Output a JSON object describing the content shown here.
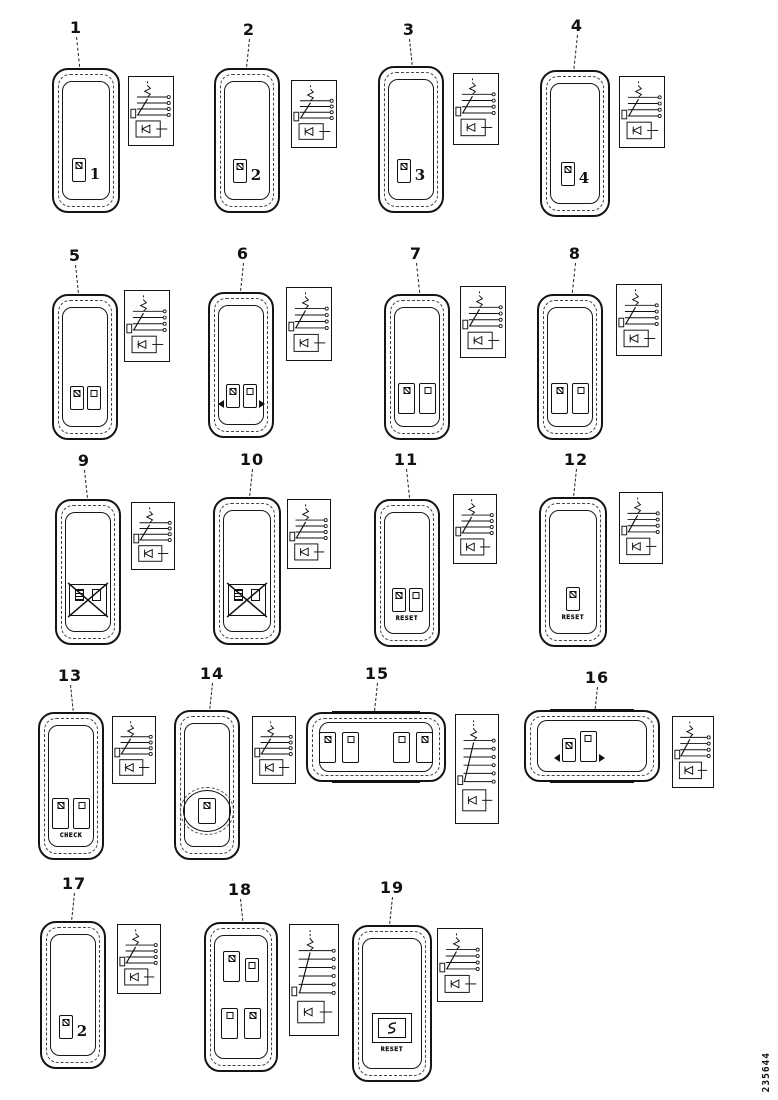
{
  "figure": {
    "code": "235644",
    "title": "switch-parts-diagram"
  },
  "items": [
    {
      "id": 1,
      "label": "1",
      "face_type": "single-num",
      "face_numeral": "1",
      "face_text": ""
    },
    {
      "id": 2,
      "label": "2",
      "face_type": "single-num",
      "face_numeral": "2",
      "face_text": ""
    },
    {
      "id": 3,
      "label": "3",
      "face_type": "single-num",
      "face_numeral": "3",
      "face_text": ""
    },
    {
      "id": 4,
      "label": "4",
      "face_type": "single-num",
      "face_numeral": "4",
      "face_text": ""
    },
    {
      "id": 5,
      "label": "5",
      "face_type": "dual-small",
      "face_numeral": "",
      "face_text": ""
    },
    {
      "id": 6,
      "label": "6",
      "face_type": "dual-small-arrows",
      "face_numeral": "",
      "face_text": ""
    },
    {
      "id": 7,
      "label": "7",
      "face_type": "dual-medium",
      "face_numeral": "",
      "face_text": ""
    },
    {
      "id": 8,
      "label": "8",
      "face_type": "dual-medium",
      "face_numeral": "",
      "face_text": ""
    },
    {
      "id": 9,
      "label": "9",
      "face_type": "window-lock",
      "face_numeral": "",
      "face_text": ""
    },
    {
      "id": 10,
      "label": "10",
      "face_type": "window-lock",
      "face_numeral": "",
      "face_text": ""
    },
    {
      "id": 11,
      "label": "11",
      "face_type": "dual-small",
      "face_numeral": "",
      "face_text": "RESET"
    },
    {
      "id": 12,
      "label": "12",
      "face_type": "single-center",
      "face_numeral": "",
      "face_text": "RESET"
    },
    {
      "id": 13,
      "label": "13",
      "face_type": "dual-medium",
      "face_numeral": "",
      "face_text": "CHECK"
    },
    {
      "id": 14,
      "label": "14",
      "face_type": "ring-button",
      "face_numeral": "",
      "face_text": ""
    },
    {
      "id": 15,
      "label": "15",
      "face_type": "quad-row",
      "face_numeral": "",
      "face_text": "",
      "orientation": "horizontal"
    },
    {
      "id": 16,
      "label": "16",
      "face_type": "dual-arrows-h",
      "face_numeral": "",
      "face_text": "",
      "orientation": "horizontal"
    },
    {
      "id": 17,
      "label": "17",
      "face_type": "single-num",
      "face_numeral": "2",
      "face_text": ""
    },
    {
      "id": 18,
      "label": "18",
      "face_type": "quad-grid",
      "face_numeral": "",
      "face_text": ""
    },
    {
      "id": 19,
      "label": "19",
      "face_type": "big-square",
      "face_numeral": "",
      "face_text": "RESET"
    }
  ],
  "colors": {
    "ink": "#151515",
    "paper": "#ffffff"
  }
}
